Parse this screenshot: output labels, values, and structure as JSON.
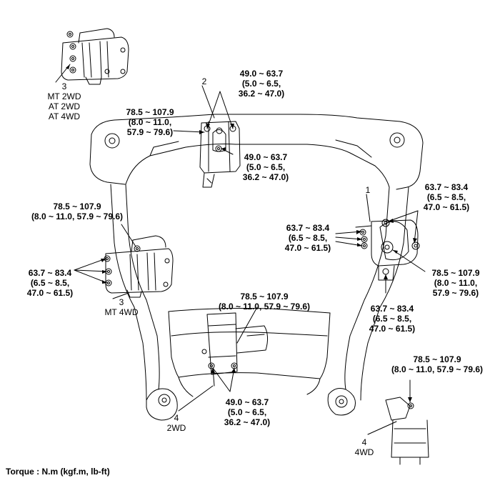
{
  "torques": {
    "t_top_mount": [
      "49.0 ~ 63.7",
      "(5.0 ~ 6.5,",
      "36.2 ~ 47.0)"
    ],
    "t_top_left": [
      "78.5 ~ 107.9",
      "(8.0 ~ 11.0,",
      "57.9 ~ 79.6)"
    ],
    "t_top_center": [
      "49.0 ~ 63.7",
      "(5.0 ~ 6.5,",
      "36.2 ~ 47.0)"
    ],
    "t_left_mid": [
      "78.5 ~ 107.9",
      "(8.0 ~ 11.0, 57.9 ~ 79.6)"
    ],
    "t_left_bolts": [
      "63.7 ~ 83.4",
      "(6.5 ~ 8.5,",
      "47.0 ~ 61.5)"
    ],
    "t_right_inner": [
      "63.7 ~ 83.4",
      "(6.5 ~ 8.5,",
      "47.0 ~ 61.5)"
    ],
    "t_right_top": [
      "63.7 ~ 83.4",
      "(6.5 ~ 8.5,",
      "47.0 ~ 61.5)"
    ],
    "t_right_center": [
      "78.5 ~ 107.9",
      "(8.0 ~ 11.0,",
      "57.9 ~ 79.6)"
    ],
    "t_right_bottom": [
      "63.7 ~ 83.4",
      "(6.5 ~ 8.5,",
      "47.0 ~ 61.5)"
    ],
    "t_lower_mid": [
      "78.5 ~ 107.9",
      "(8.0 ~ 11.0, 57.9 ~ 79.6)"
    ],
    "t_lower_bolts": [
      "49.0 ~ 63.7",
      "(5.0 ~ 6.5,",
      "36.2 ~ 47.0)"
    ],
    "t_4wd": [
      "78.5 ~ 107.9",
      "(8.0 ~ 11.0, 57.9 ~ 79.6)"
    ]
  },
  "parts": {
    "p3_top": [
      "3",
      "MT 2WD",
      "AT 2WD",
      "AT 4WD"
    ],
    "p2": [
      "2"
    ],
    "p1": [
      "1"
    ],
    "p3_left": [
      "3",
      "MT 4WD"
    ],
    "p4_2wd": [
      "4",
      "2WD"
    ],
    "p4_4wd": [
      "4",
      "4WD"
    ]
  },
  "footer": "Torque : N.m (kgf.m, lb-ft)"
}
